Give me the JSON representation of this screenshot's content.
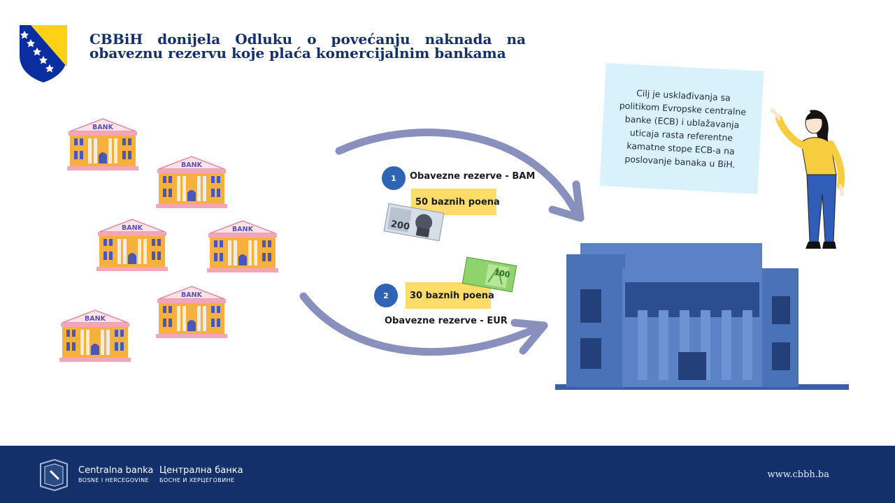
{
  "header": {
    "title": "CBBiH donijela Odluku o povećanju naknada na obaveznu rezervu koje plaća komercijalnim bankama"
  },
  "bank_building_label": "BANK",
  "steps": [
    {
      "number": "1",
      "label": "Obavezne rezerve - BAM",
      "points": "50 baznih poena"
    },
    {
      "number": "2",
      "label": "Obavezne rezerve - EUR",
      "points": "30 baznih poena"
    }
  ],
  "currency": {
    "bam_denomination": "200",
    "eur_denomination": "100"
  },
  "note": {
    "text": "Cilj je usklađivanja sa politikom Evropske centralne banke (ECB) i ublažavanja uticaja rasta referentne kamatne stope ECB-a na poslovanje banaka u BiH."
  },
  "footer": {
    "brand_latin_line1": "Centralna banka",
    "brand_latin_line2": "BOSNE I HERCEGOVINE",
    "brand_cyrillic_line1": "Централна банка",
    "brand_cyrillic_line2": "БОСНЕ И ХЕРЦЕГОВИНЕ",
    "website": "www.cbbh.ba"
  },
  "colors": {
    "navy": "#13306b",
    "step_blue": "#2f63b3",
    "highlight_yellow": "#fddc6a",
    "arrow": "#8a90bd",
    "note_bg": "#d9f1fb",
    "building_blue": "#4a72b8",
    "bank_orange": "#f5b13c"
  }
}
